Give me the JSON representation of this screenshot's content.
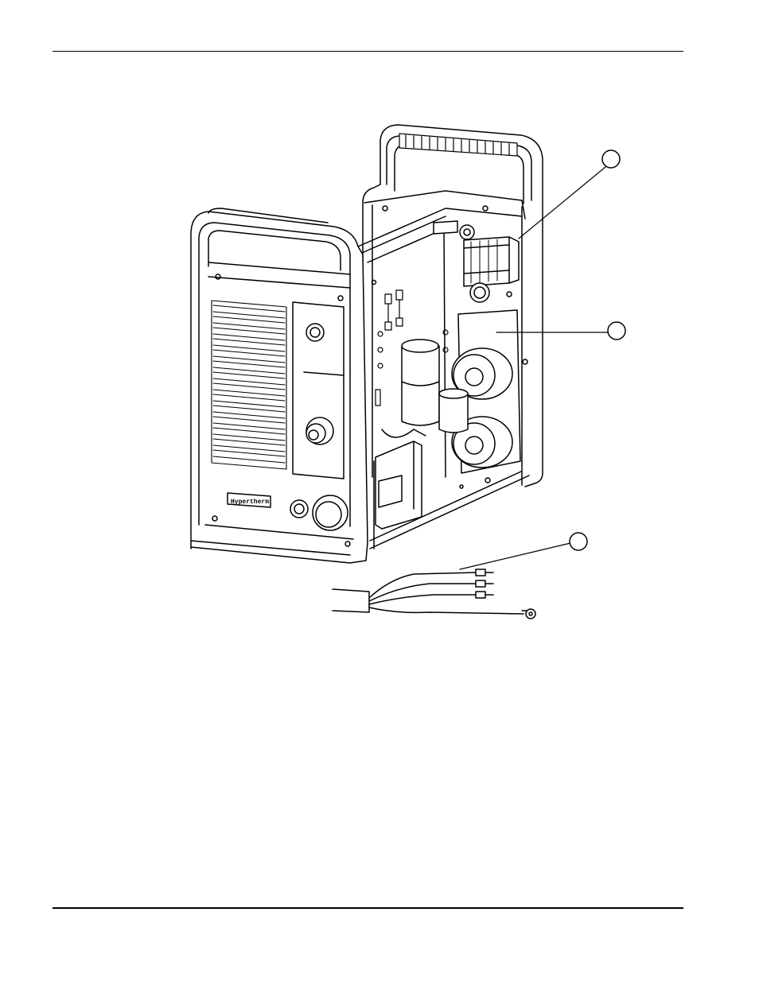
{
  "figure": {
    "brand_label": "Hypertherm",
    "callouts": [
      {
        "id": "callout-1",
        "label": ""
      },
      {
        "id": "callout-2",
        "label": ""
      },
      {
        "id": "callout-3",
        "label": ""
      }
    ]
  }
}
